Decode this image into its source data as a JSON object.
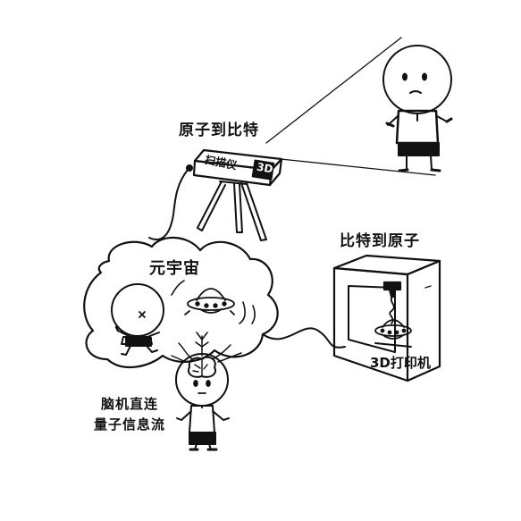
{
  "labels": {
    "atoms_to_bits": "原子到比特",
    "bits_to_atoms": "比特到原子",
    "metaverse": "元宇宙",
    "bci_line1": "脑机直连",
    "bci_line2": "量子信息流",
    "scanner_text": "扫描仪",
    "scanner_3d": "3D",
    "printer_text": "3D打印机"
  },
  "colors": {
    "ink": "#111111",
    "background": "#ffffff"
  }
}
